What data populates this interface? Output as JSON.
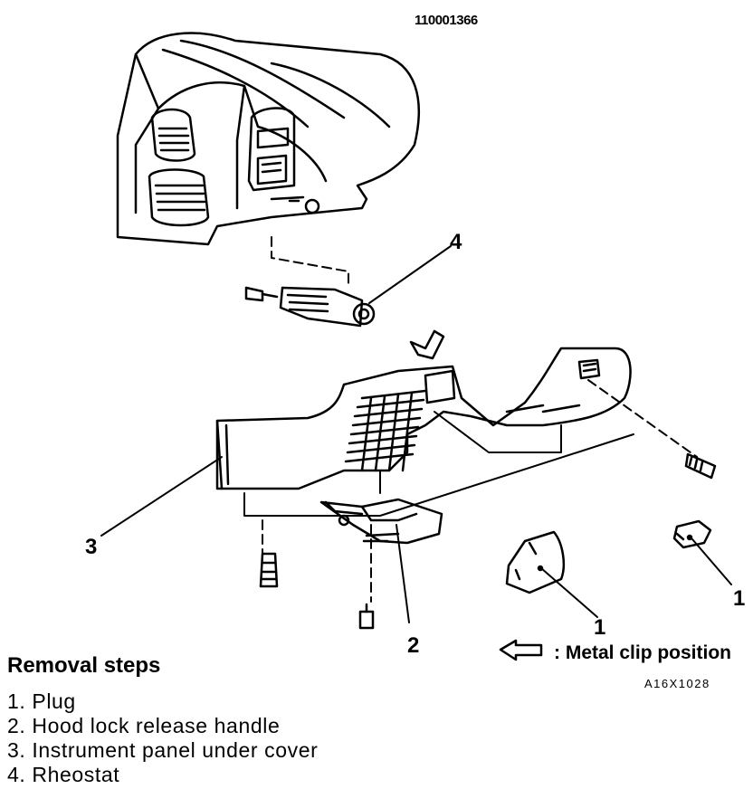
{
  "doc_id": "110001366",
  "callouts": {
    "one_a": "1",
    "one_b": "1",
    "two": "2",
    "three": "3",
    "four": "4"
  },
  "legend": {
    "icon": "arrow-left-icon",
    "text": ": Metal clip position"
  },
  "figure_code": "A16X1028",
  "removal": {
    "title": "Removal steps",
    "steps": [
      "1. Plug",
      "2. Hood lock release handle",
      "3. Instrument panel under cover",
      "4. Rheostat"
    ]
  }
}
